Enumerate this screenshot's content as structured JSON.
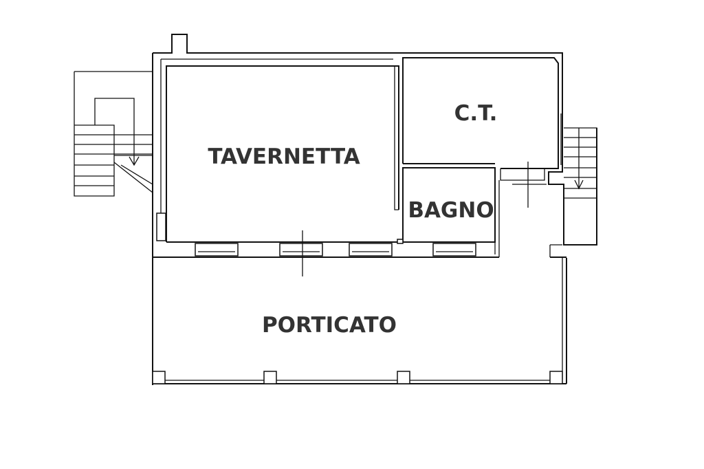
{
  "rooms": {
    "tavernetta": "TAVERNETTA",
    "ct": "C.T.",
    "bagno": "BAGNO",
    "porticato": "PORTICATO"
  },
  "colors": {
    "walls": "#111111",
    "labels": "#333333",
    "background": "#ffffff"
  }
}
